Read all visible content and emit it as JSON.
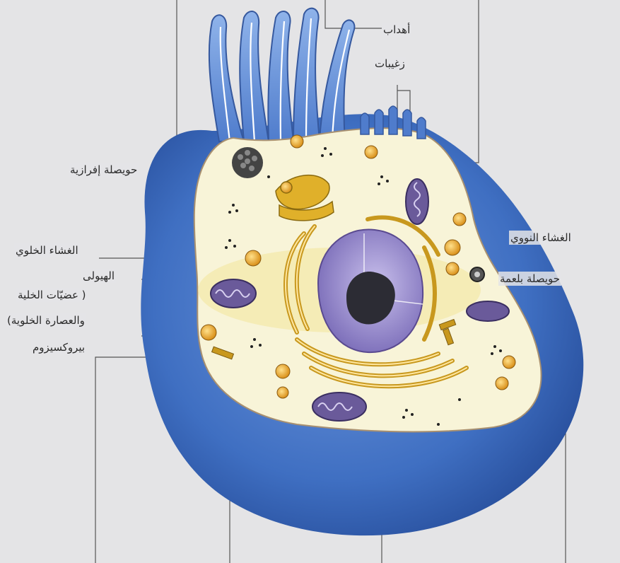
{
  "labels": {
    "cilia": "أهداب",
    "microvilli": "زغيبات",
    "secretory_vesicle": "حويصلة إفرازية",
    "cell_membrane": "الغشاء الخلوي",
    "cytoplasm_line1": "الهيولى",
    "cytoplasm_line2": "( عضيّات الخلية",
    "cytoplasm_line3": "والعصارة الخلوية)",
    "peroxisome": "بيروكسيزوم",
    "nuclear_membrane": "الغشاء النووي",
    "phagocytic_vesicle": "حويصلة بلعمة"
  },
  "colors": {
    "background": "#e4e4e6",
    "cell_outer": "#3f6fc2",
    "cytoplasm": "#f8f4d8",
    "organelle_gold": "#e0b02a",
    "nucleus": "#8e80c6",
    "nucleolus": "#2c2c34",
    "mitochondrion": "#6a5a9a",
    "leader_line": "#555555"
  }
}
